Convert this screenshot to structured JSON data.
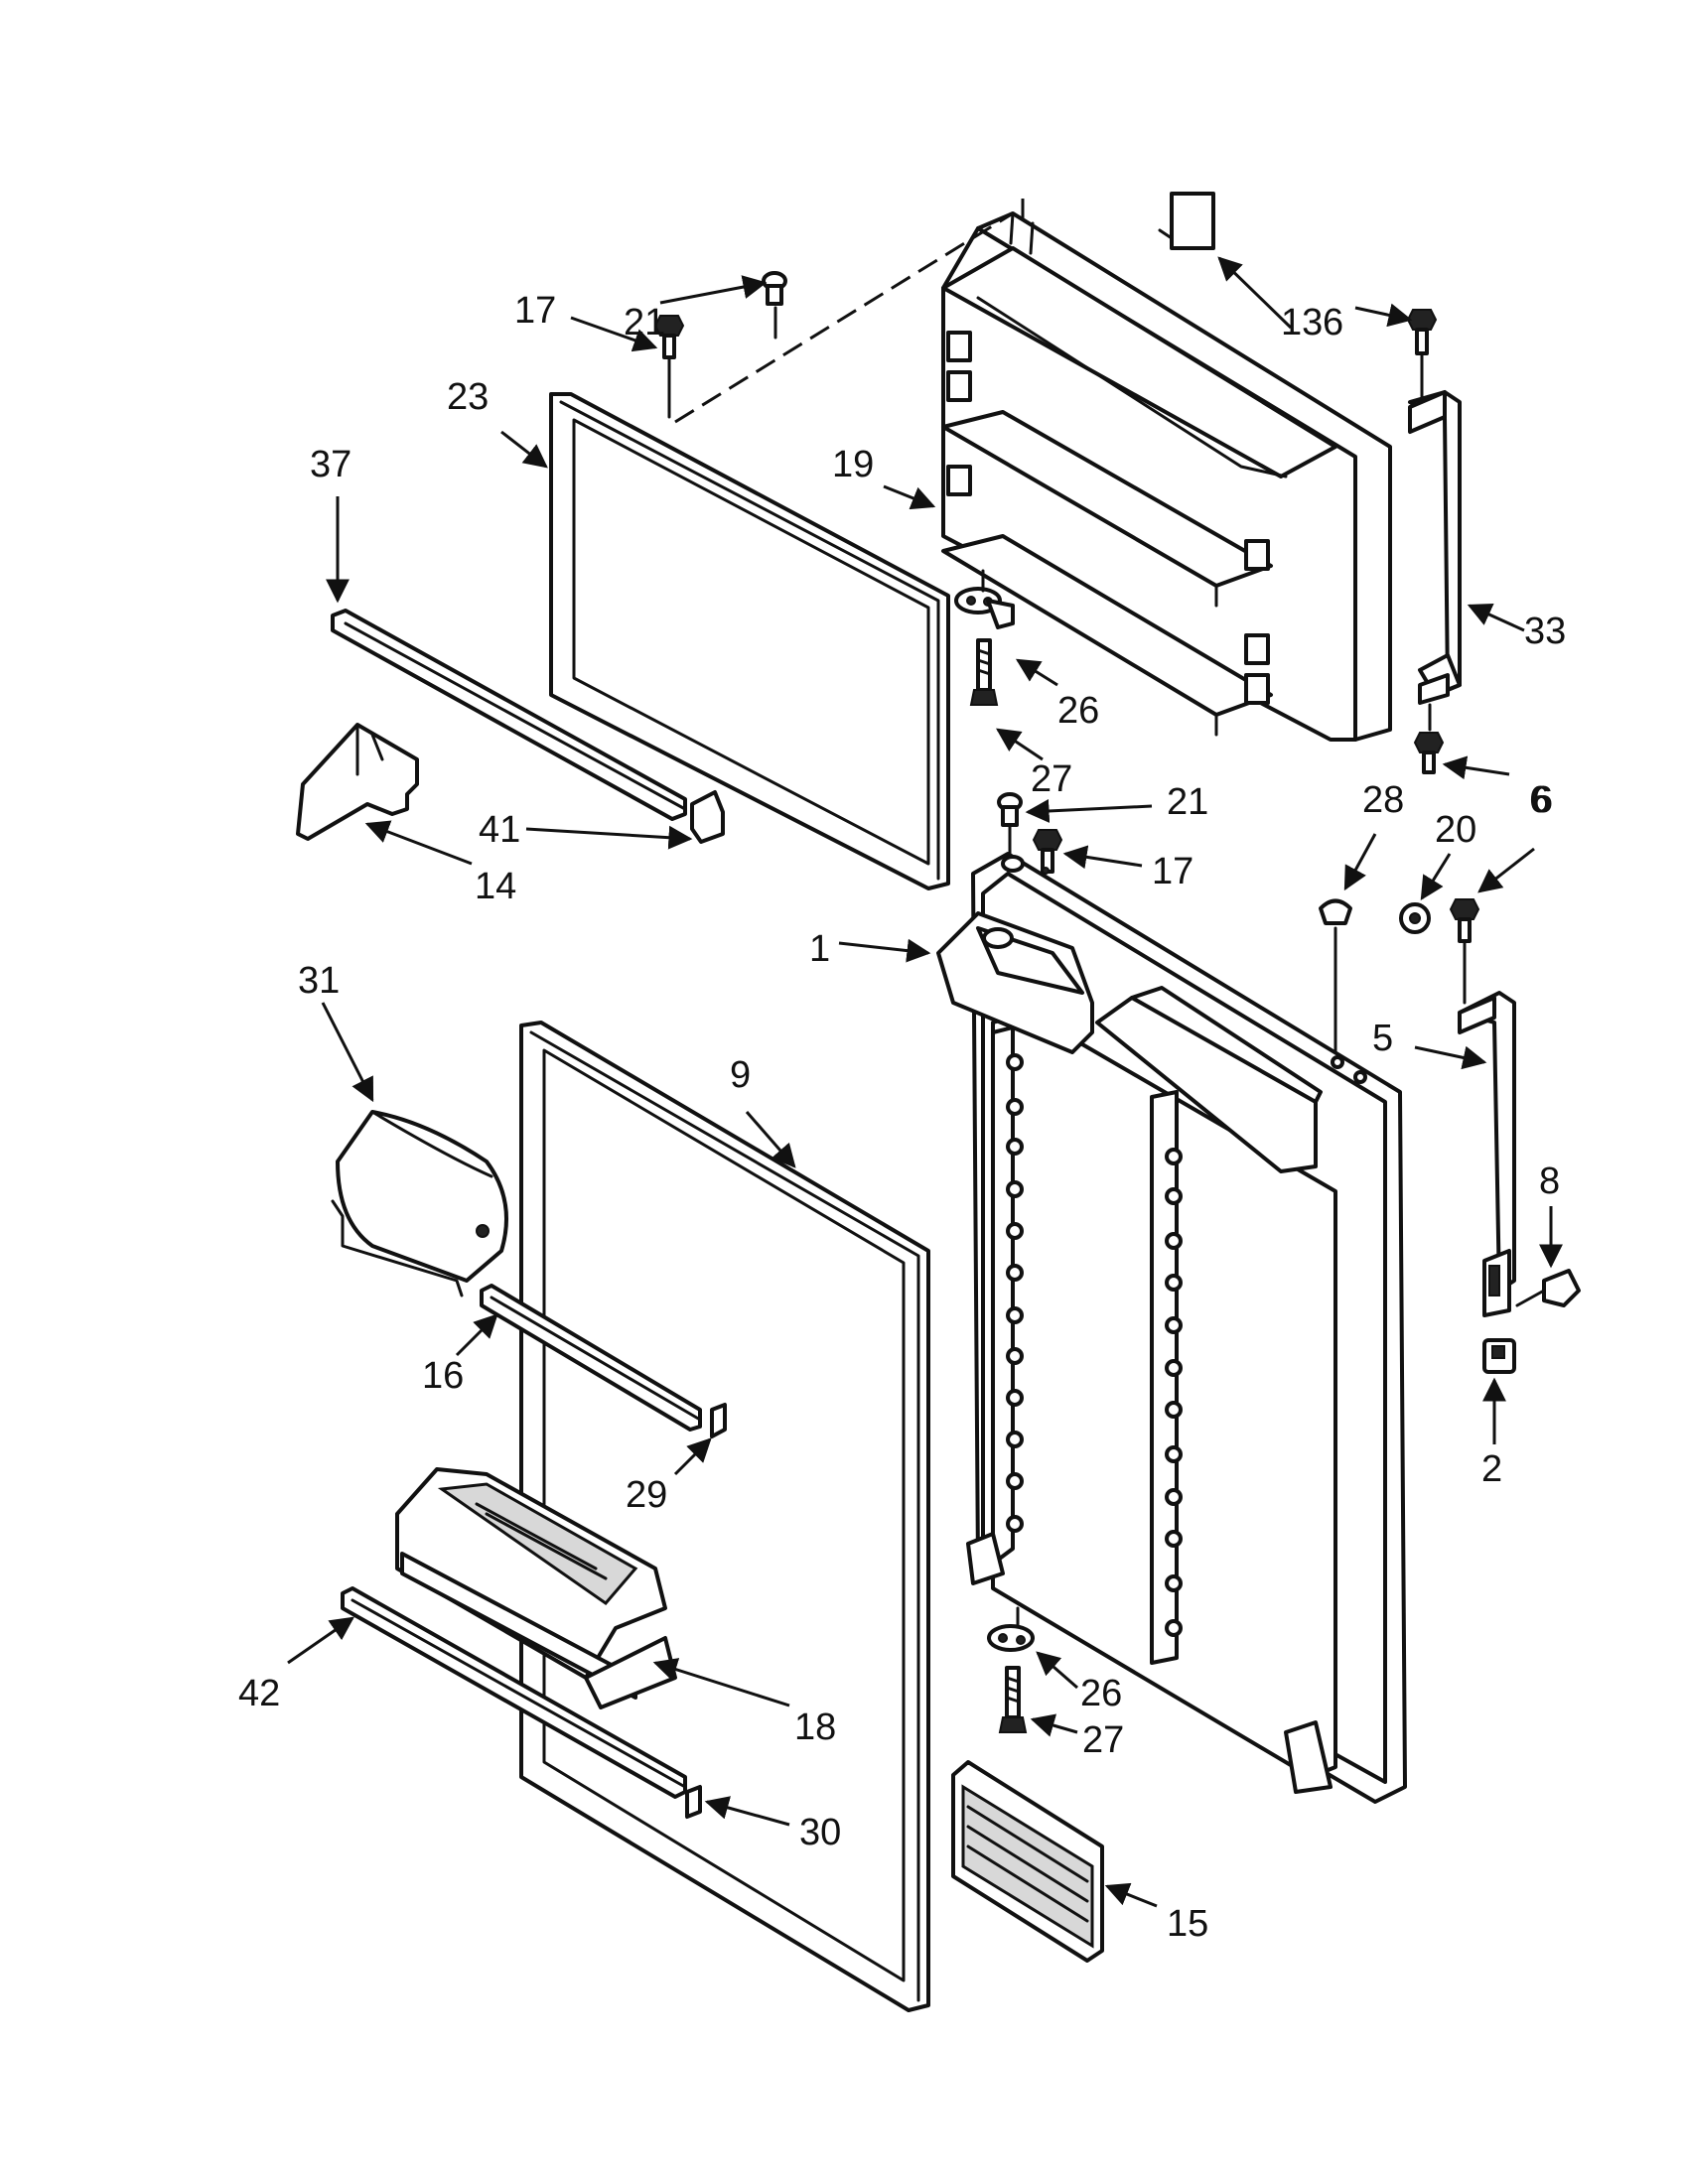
{
  "diagram": {
    "callouts": [
      {
        "id": "c17a",
        "label": "17"
      },
      {
        "id": "c21a",
        "label": "21"
      },
      {
        "id": "c13",
        "label": "13"
      },
      {
        "id": "c6a",
        "label": "6"
      },
      {
        "id": "c23",
        "label": "23"
      },
      {
        "id": "c37",
        "label": "37"
      },
      {
        "id": "c19",
        "label": "19"
      },
      {
        "id": "c33",
        "label": "33"
      },
      {
        "id": "c26a",
        "label": "26"
      },
      {
        "id": "c27a",
        "label": "27"
      },
      {
        "id": "c21b",
        "label": "21"
      },
      {
        "id": "c6b",
        "label": "6"
      },
      {
        "id": "c41",
        "label": "41"
      },
      {
        "id": "c14",
        "label": "14"
      },
      {
        "id": "c17b",
        "label": "17"
      },
      {
        "id": "c28",
        "label": "28"
      },
      {
        "id": "c20",
        "label": "20"
      },
      {
        "id": "c6c",
        "label": "6"
      },
      {
        "id": "c1",
        "label": "1"
      },
      {
        "id": "c31",
        "label": "31"
      },
      {
        "id": "c9",
        "label": "9"
      },
      {
        "id": "c5",
        "label": "5"
      },
      {
        "id": "c8",
        "label": "8"
      },
      {
        "id": "c16",
        "label": "16"
      },
      {
        "id": "c29",
        "label": "29"
      },
      {
        "id": "c2",
        "label": "2"
      },
      {
        "id": "c42",
        "label": "42"
      },
      {
        "id": "c18",
        "label": "18"
      },
      {
        "id": "c26b",
        "label": "26"
      },
      {
        "id": "c27b",
        "label": "27"
      },
      {
        "id": "c30",
        "label": "30"
      },
      {
        "id": "c15",
        "label": "15"
      }
    ]
  },
  "colors": {
    "line": "#111111",
    "background": "#ffffff"
  }
}
